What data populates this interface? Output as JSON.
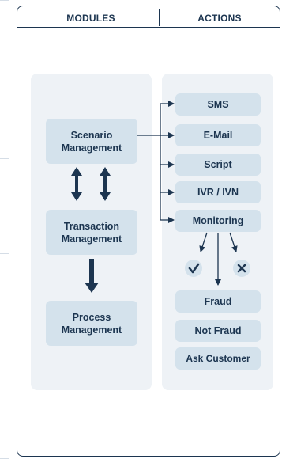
{
  "headers": {
    "modules": "MODULES",
    "actions": "ACTIONS"
  },
  "modules": [
    {
      "line1": "Scenario",
      "line2": "Management"
    },
    {
      "line1": "Transaction",
      "line2": "Management"
    },
    {
      "line1": "Process",
      "line2": "Management"
    }
  ],
  "actions": [
    "SMS",
    "E-Mail",
    "Script",
    "IVR / IVN",
    "Monitoring"
  ],
  "outcomes": [
    "Fraud",
    "Not Fraud",
    "Ask Customer"
  ],
  "icons": [
    "check-icon",
    "x-icon"
  ],
  "colors": {
    "dark": "#1c3550",
    "panel": "#eef2f6",
    "box": "#d4e2ec"
  }
}
